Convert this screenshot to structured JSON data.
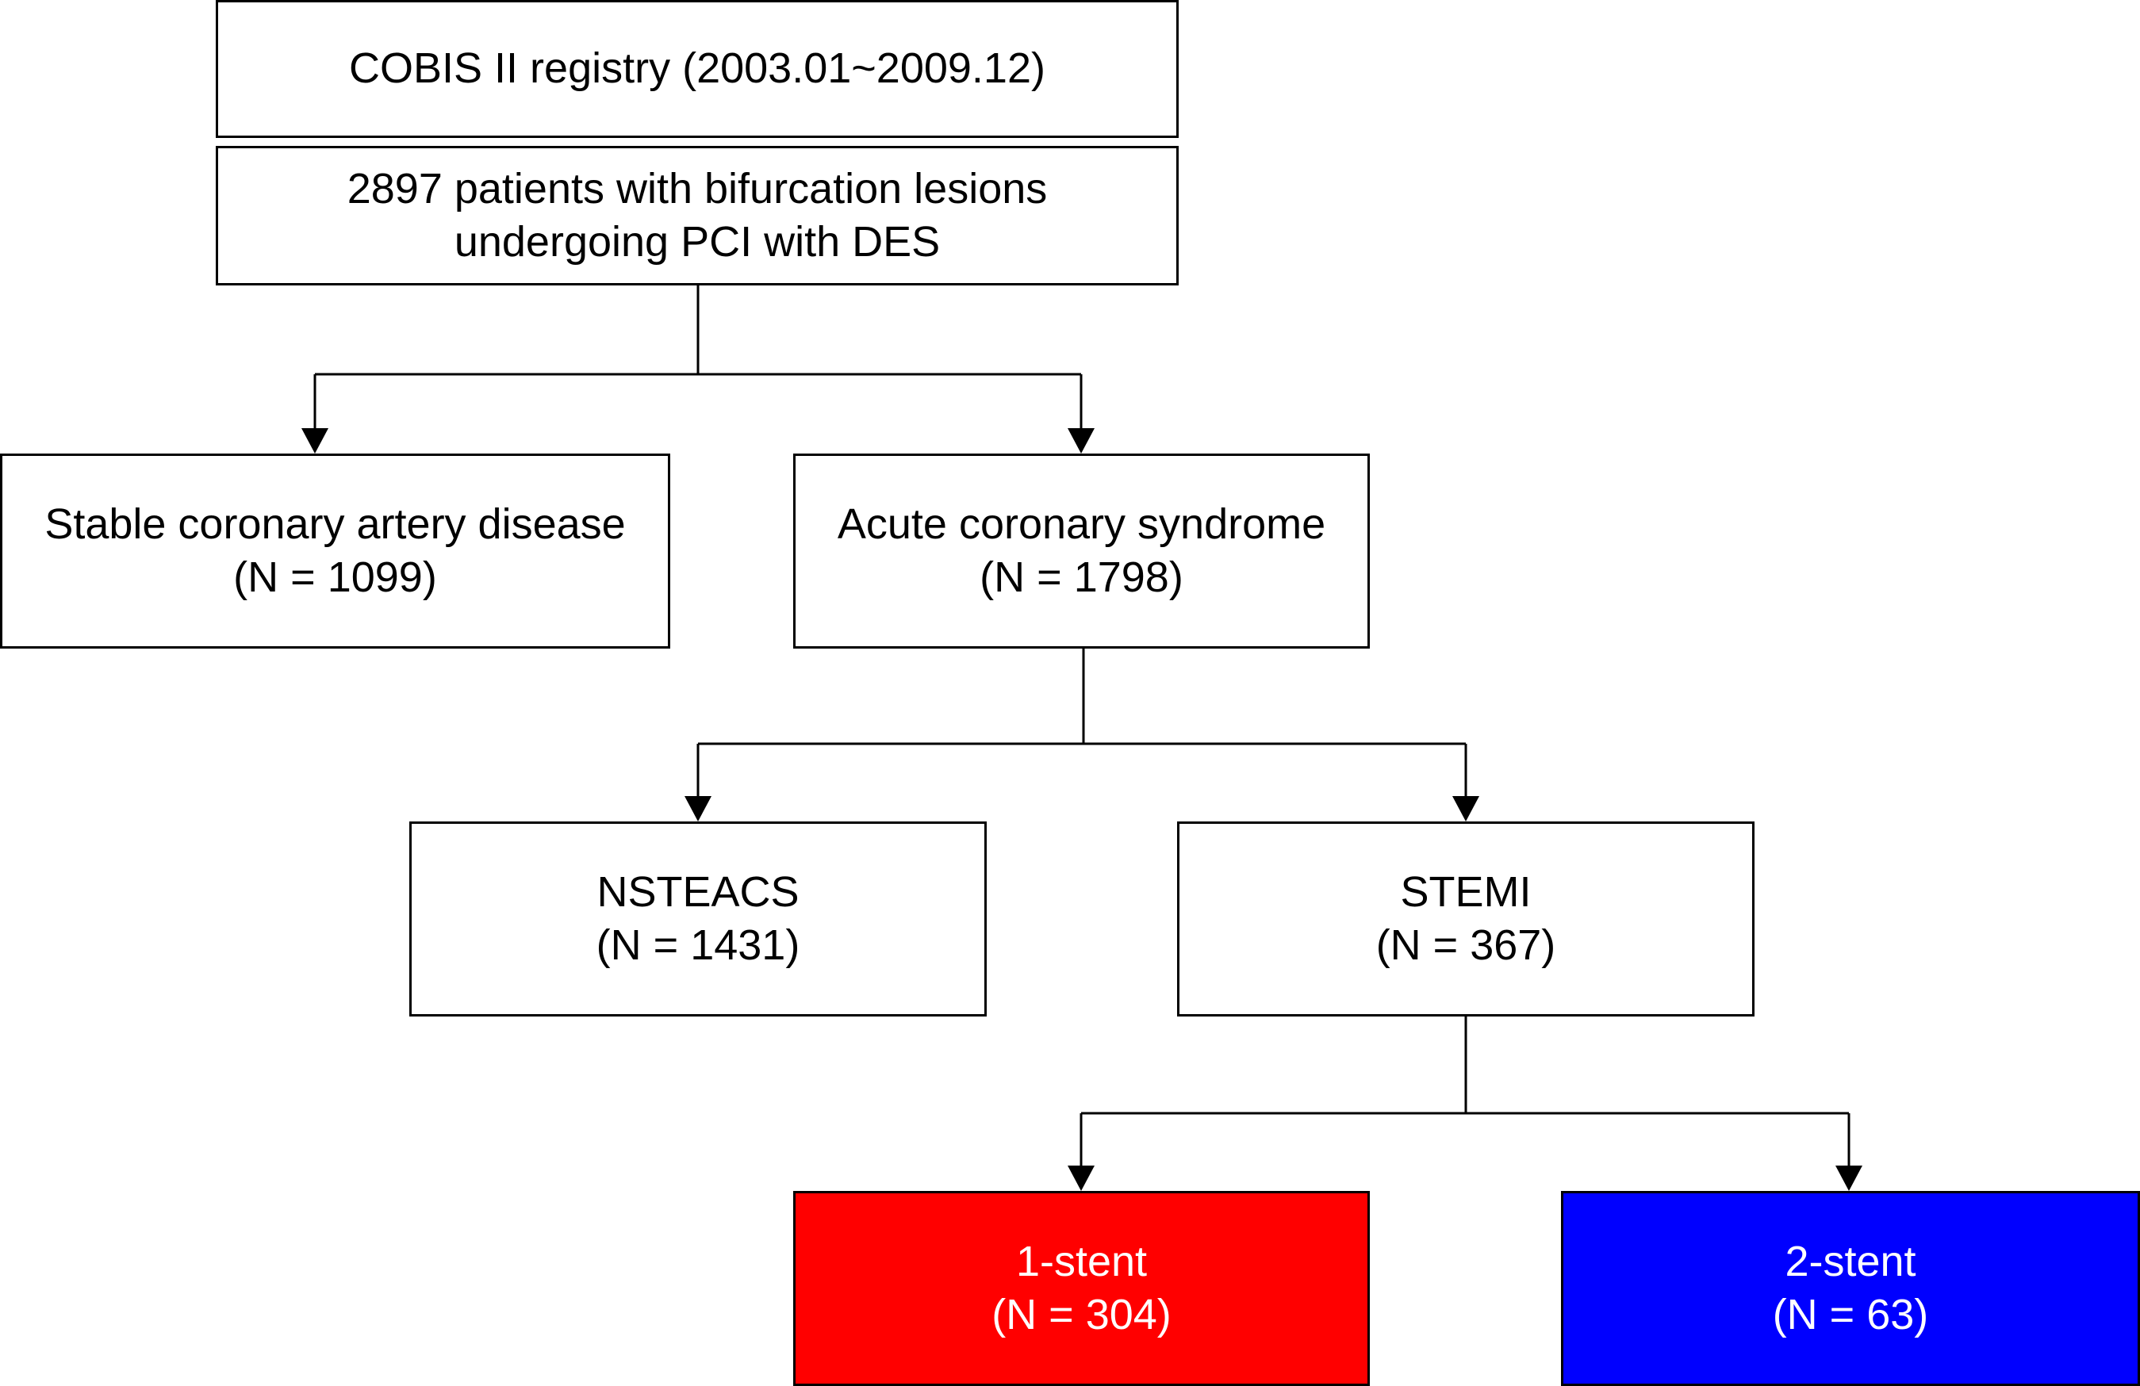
{
  "colors": {
    "border": "#000000",
    "background": "#ffffff",
    "one_stent_fill": "#ff0000",
    "two_stent_fill": "#0000ff",
    "filled_text": "#ffffff"
  },
  "nodes": {
    "registry": {
      "line1": "COBIS II registry (2003.01~2009.12)"
    },
    "patients": {
      "line1": "2897 patients with bifurcation lesions",
      "line2": "undergoing PCI with DES"
    },
    "stable": {
      "line1": "Stable coronary artery disease",
      "line2": "(N = 1099)"
    },
    "acs": {
      "line1": "Acute coronary syndrome",
      "line2": "(N = 1798)"
    },
    "nsteacs": {
      "line1": "NSTEACS",
      "line2": "(N = 1431)"
    },
    "stemi": {
      "line1": "STEMI",
      "line2": "(N = 367)"
    },
    "one_stent": {
      "line1": "1-stent",
      "line2": "(N = 304)"
    },
    "two_stent": {
      "line1": "2-stent",
      "line2": "(N = 63)"
    }
  }
}
